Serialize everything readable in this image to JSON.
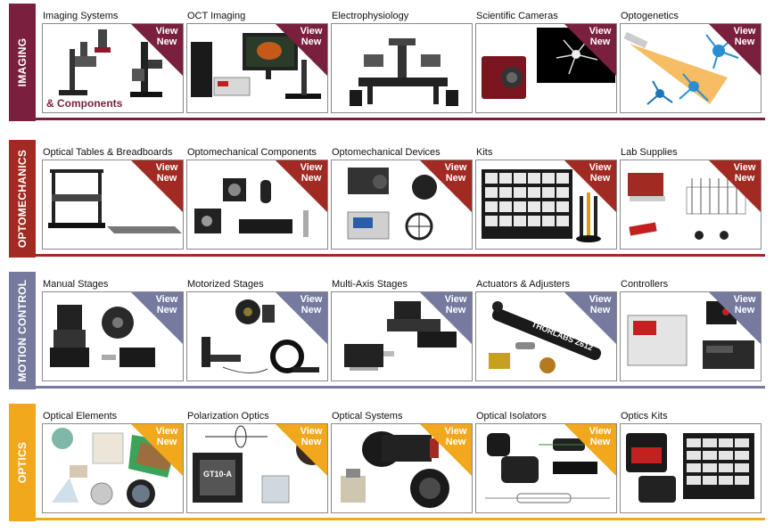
{
  "view_new": {
    "line1": "View",
    "line2": "New"
  },
  "sections": [
    {
      "name": "IMAGING",
      "color": "#7a1f3d",
      "tiles": [
        {
          "label": "Imaging Systems",
          "badge_color": "#7a1f3d",
          "caption": "& Components"
        },
        {
          "label": "OCT Imaging",
          "badge_color": "#7a1f3d"
        },
        {
          "label": "Electrophysiology",
          "badge_color": "#7a1f3d"
        },
        {
          "label": "Scientific Cameras",
          "badge_color": "#7a1f3d"
        },
        {
          "label": "Optogenetics",
          "badge_color": "#7a1f3d"
        }
      ]
    },
    {
      "name": "OPTOMECHANICS",
      "color": "#a12a22",
      "tiles": [
        {
          "label": "Optical Tables & Breadboards",
          "badge_color": "#a12a22"
        },
        {
          "label": "Optomechanical Components",
          "badge_color": "#a12a22"
        },
        {
          "label": "Optomechanical Devices",
          "badge_color": "#a12a22"
        },
        {
          "label": "Kits",
          "badge_color": "#a12a22"
        },
        {
          "label": "Lab Supplies",
          "badge_color": "#a12a22"
        }
      ]
    },
    {
      "name": "MOTION CONTROL",
      "color": "#757a9e",
      "tiles": [
        {
          "label": "Manual Stages",
          "badge_color": "#757a9e"
        },
        {
          "label": "Motorized Stages",
          "badge_color": "#757a9e"
        },
        {
          "label": "Multi-Axis Stages",
          "badge_color": "#757a9e"
        },
        {
          "label": "Actuators & Adjusters",
          "badge_color": "#757a9e",
          "caption": "THORLABS Z612"
        },
        {
          "label": "Controllers",
          "badge_color": "#757a9e"
        }
      ]
    },
    {
      "name": "OPTICS",
      "color": "#f2a81d",
      "tiles": [
        {
          "label": "Optical Elements",
          "badge_color": "#f2a81d"
        },
        {
          "label": "Polarization Optics",
          "badge_color": "#f2a81d",
          "caption": "GT10-A"
        },
        {
          "label": "Optical Systems",
          "badge_color": "#f2a81d"
        },
        {
          "label": "Optical Isolators",
          "badge_color": "#f2a81d"
        },
        {
          "label": "Optics Kits",
          "badge_color": "#f2a81d"
        }
      ]
    }
  ]
}
